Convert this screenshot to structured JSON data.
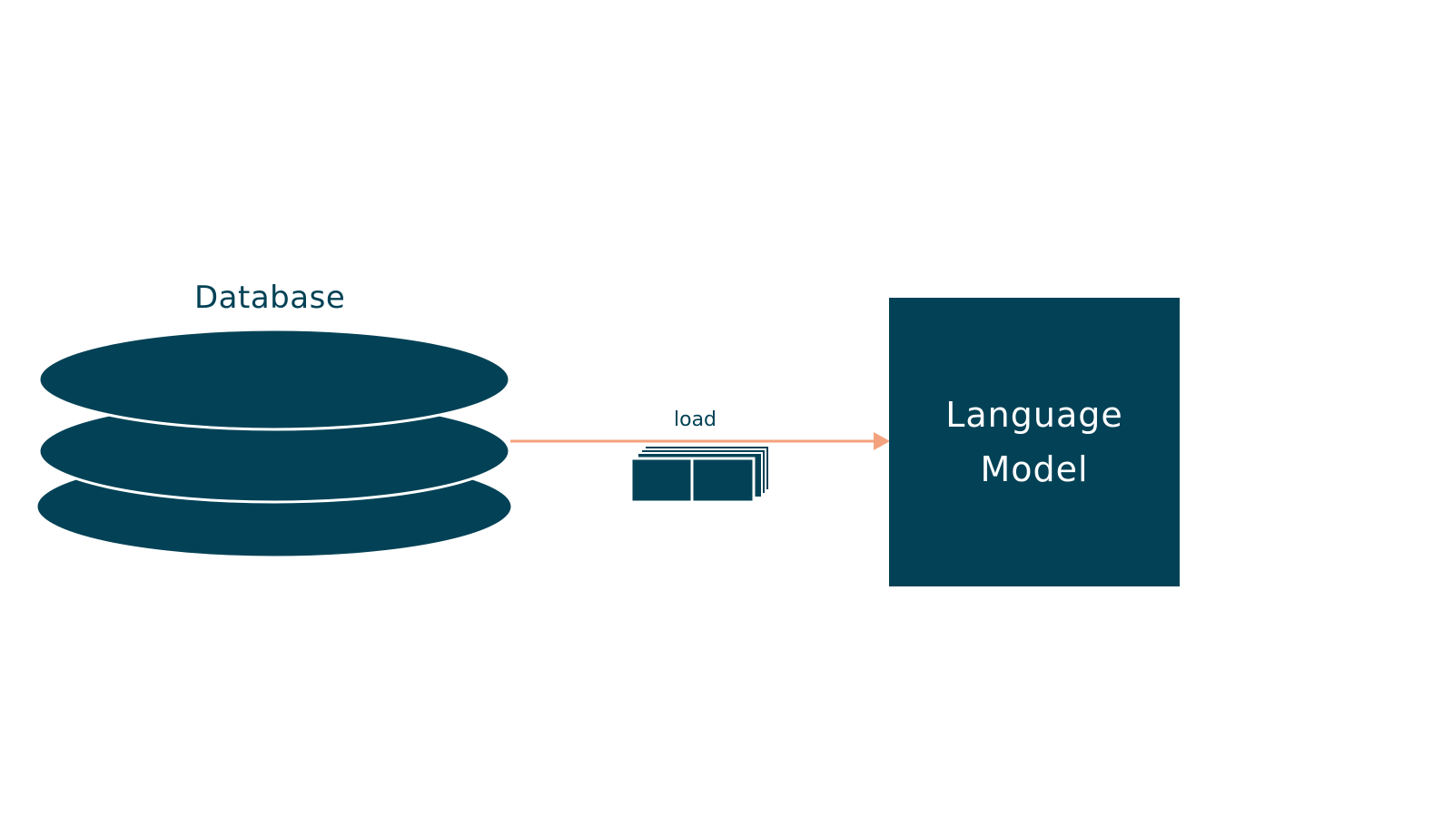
{
  "colors": {
    "primary": "#034256",
    "arrow": "#F4A27E",
    "text_dark": "#034256",
    "text_light": "#ffffff",
    "background": "#ffffff"
  },
  "database": {
    "title": "Database",
    "icon": "database-icon"
  },
  "edge": {
    "label": "load",
    "icon": "document-stack-icon"
  },
  "model": {
    "label_line1": "Language",
    "label_line2": "Model"
  }
}
